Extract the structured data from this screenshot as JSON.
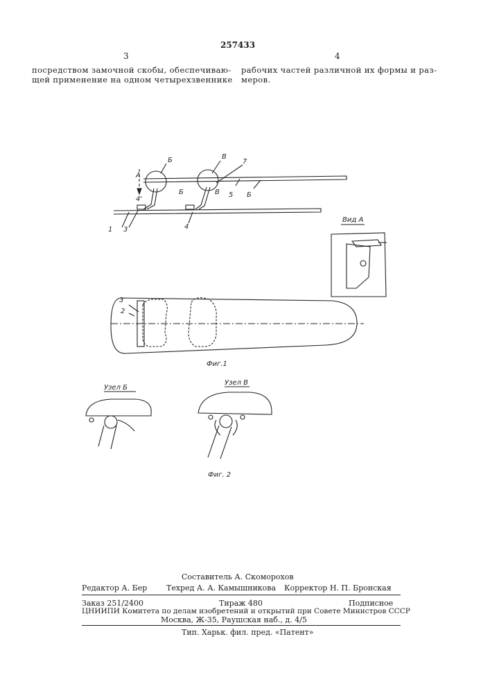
{
  "header": {
    "patent_number": "257433",
    "col_left_number": "3",
    "col_right_number": "4"
  },
  "body": {
    "left_line1": "посредством замочной скобы, обеспечиваю-",
    "left_line2": "щей применение на одном четырехзвеннике",
    "right_line1": "рабочих частей различной их формы и раз-",
    "right_line2": "меров."
  },
  "figure1": {
    "caption": "Фиг.1",
    "view_label": "Вид А",
    "labels": {
      "A": "А",
      "b1": "Б",
      "b2": "Б",
      "v1": "В",
      "v2": "В",
      "seven": "7",
      "five": "5",
      "four_prime": "4'",
      "one": "1",
      "three": "3",
      "four": "4",
      "three_b": "3",
      "two": "2"
    }
  },
  "figure2": {
    "caption": "Фиг. 2",
    "node_b": "Узел Б",
    "node_v": "Узел В"
  },
  "footer": {
    "composer": "Составитель А. Скоморохов",
    "editor": "Редактор А. Бер",
    "techred": "Техред А. А. Камышникова",
    "corrector": "Корректор Н. П. Бронская",
    "order": "Заказ 251/2400",
    "circulation": "Тираж 480",
    "subscription": "Подписное",
    "org": "ЦНИИПИ Комитета по делам изобретений и открытий при Совете Министров СССР",
    "address": "Москва, Ж-35, Раушская наб., д. 4/5",
    "printer": "Тип. Харьк. фил. пред. «Патент»"
  }
}
